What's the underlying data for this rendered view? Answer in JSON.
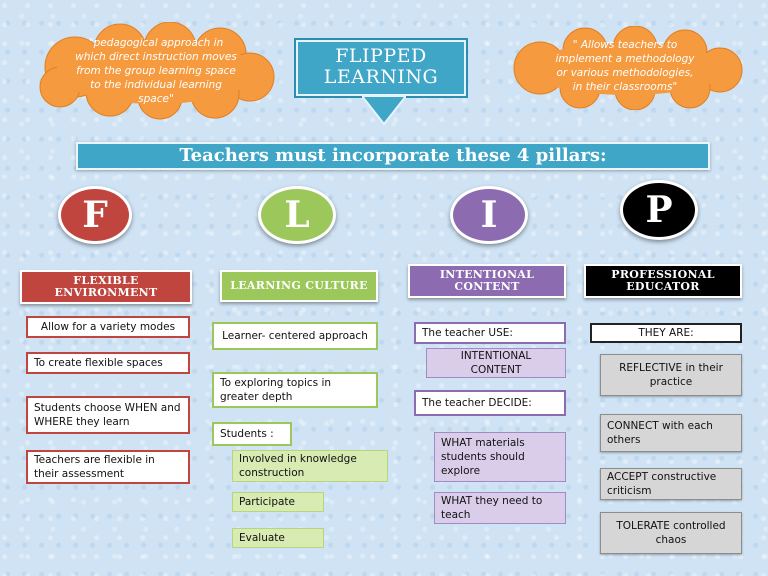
{
  "title": {
    "line1": "FLIPPED",
    "line2": "LEARNING"
  },
  "quote_left": {
    "l1": "\"pedagogical approach in",
    "l2": "which direct instruction moves",
    "l3": "from the group learning space",
    "l4": "to the individual learning",
    "l5": "space\""
  },
  "quote_right": {
    "l1": "\" Allows teachers to",
    "l2": "implement a methodology",
    "l3": "or various methodologies,",
    "l4": "in their classrooms\""
  },
  "banner": "Teachers must incorporate these 4 pillars:",
  "pillars": [
    {
      "letter": "F",
      "title_l1": "FLEXIBLE",
      "title_l2": "ENVIRONMENT",
      "items": [
        "Allow for a variety modes",
        "To create flexible spaces",
        "Students choose WHEN and WHERE  they learn",
        "Teachers are flexible in their assessment"
      ]
    },
    {
      "letter": "L",
      "title": "LEARNING CULTURE",
      "items": [
        "Learner- centered approach",
        "To exploring topics in greater depth",
        "Students :"
      ],
      "sub_items": [
        "Involved in knowledge construction",
        "Participate",
        "Evaluate"
      ]
    },
    {
      "letter": "I",
      "title_l1": "INTENTIONAL",
      "title_l2": "CONTENT",
      "use_label": "The teacher USE:",
      "use_item_l1": "INTENTIONAL",
      "use_item_l2": "CONTENT",
      "decide_label": "The teacher DECIDE:",
      "decide_items": [
        "WHAT materials students should explore",
        "WHAT they need to teach"
      ]
    },
    {
      "letter": "P",
      "title_l1": "PROFESSIONAL",
      "title_l2": "EDUCATOR",
      "header_item": "THEY ARE:",
      "items": [
        "REFLECTIVE in their practice",
        "CONNECT with each others",
        "ACCEPT constructive criticism",
        "TOLERATE controlled chaos"
      ]
    }
  ],
  "colors": {
    "cloud": "#f59a3e",
    "title": "#3fa6c7",
    "f": "#c0453f",
    "l": "#9cc85b",
    "i": "#8c6bb1",
    "p": "#000000"
  }
}
